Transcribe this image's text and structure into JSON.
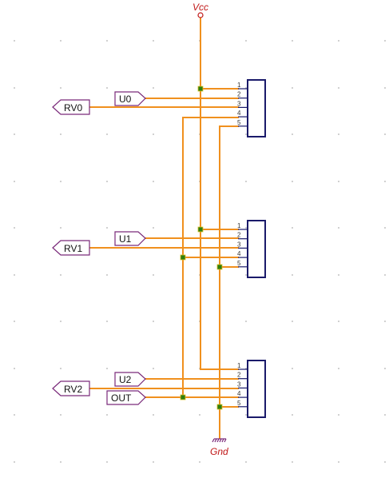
{
  "power": {
    "vcc_label": "Vcc",
    "gnd_label": "Gnd"
  },
  "pin_numbers": [
    "1",
    "2",
    "3",
    "4",
    "5"
  ],
  "connectors": [
    {
      "input_port": "U0",
      "output_port": "RV0",
      "extra_port": ""
    },
    {
      "input_port": "U1",
      "output_port": "RV1",
      "extra_port": ""
    },
    {
      "input_port": "U2",
      "output_port": "RV2",
      "extra_port": "OUT"
    }
  ],
  "colors": {
    "wire": "#f0901e",
    "port_outline": "#7a2a7a",
    "connector_outline": "#1a1a6a",
    "junction": "#2e7d10",
    "power_label": "#c01818"
  }
}
